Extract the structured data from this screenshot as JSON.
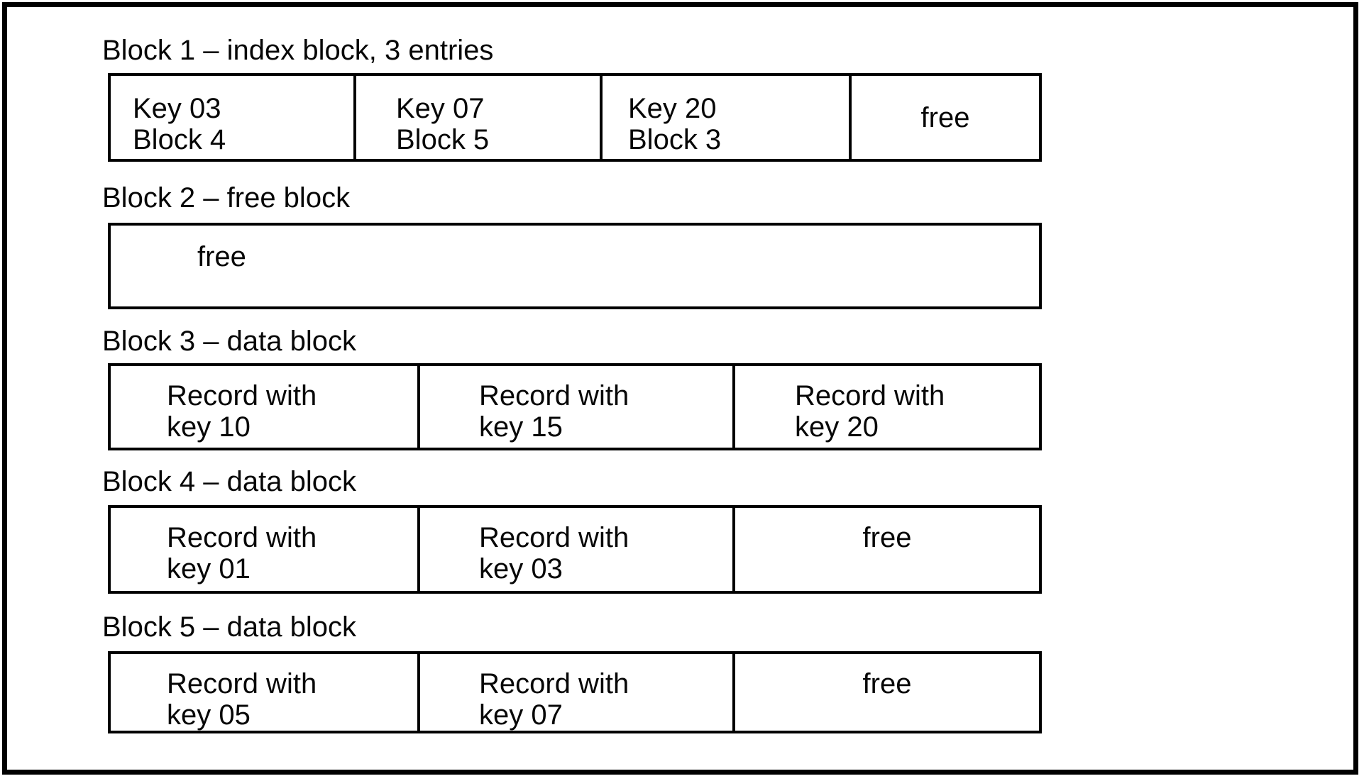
{
  "diagram": {
    "colors": {
      "border": "#000000",
      "text": "#070707",
      "background": "#ffffff"
    },
    "sections": [
      {
        "label": "Block 1 – index block, 3 entries",
        "cells": [
          {
            "lines": [
              "Key 03",
              "Block 4"
            ]
          },
          {
            "lines": [
              "Key 07",
              "Block 5"
            ]
          },
          {
            "lines": [
              "Key 20",
              "Block 3"
            ]
          },
          {
            "lines": [
              "free"
            ]
          }
        ]
      },
      {
        "label": "Block 2 – free block",
        "cells": [
          {
            "lines": [
              "free"
            ]
          }
        ]
      },
      {
        "label": "Block 3 – data block",
        "cells": [
          {
            "lines": [
              "Record with",
              "key 10"
            ]
          },
          {
            "lines": [
              "Record with",
              "key 15"
            ]
          },
          {
            "lines": [
              "Record with",
              "key 20"
            ]
          }
        ]
      },
      {
        "label": "Block 4 – data block",
        "cells": [
          {
            "lines": [
              "Record with",
              "key 01"
            ]
          },
          {
            "lines": [
              "Record with",
              "key 03"
            ]
          },
          {
            "lines": [
              "free"
            ]
          }
        ]
      },
      {
        "label": "Block 5 – data block",
        "cells": [
          {
            "lines": [
              "Record with",
              "key 05"
            ]
          },
          {
            "lines": [
              "Record with",
              "key 07"
            ]
          },
          {
            "lines": [
              "free"
            ]
          }
        ]
      }
    ]
  }
}
